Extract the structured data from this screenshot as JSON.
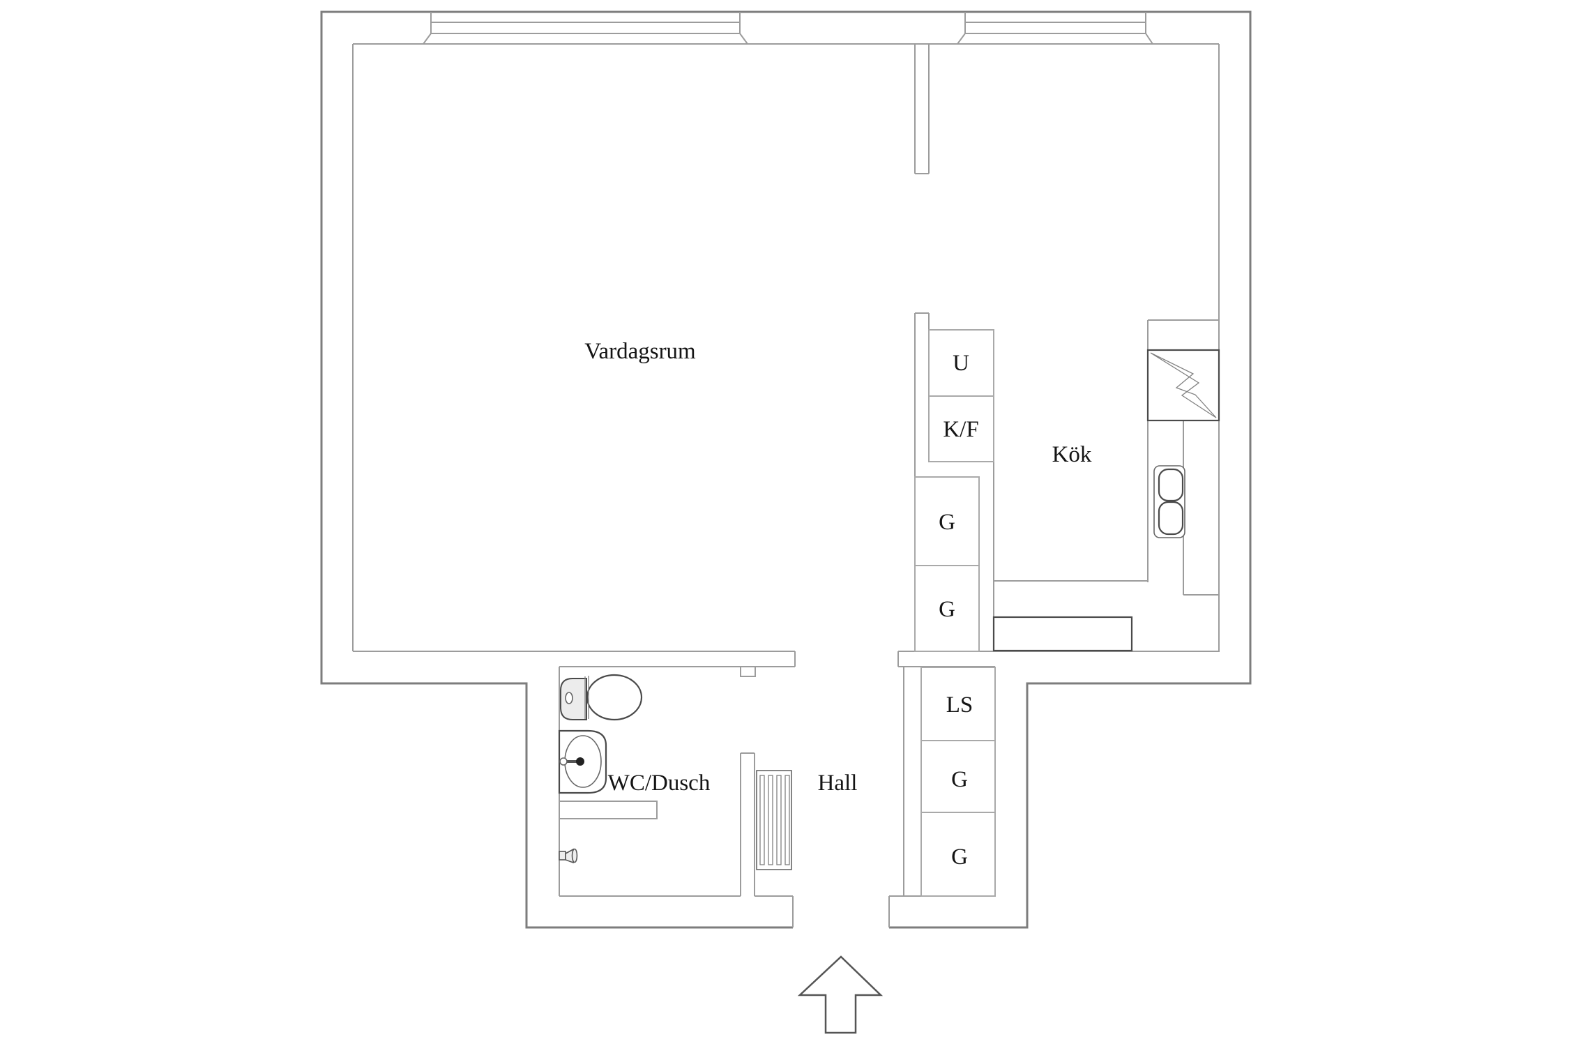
{
  "plan": {
    "title": "apartment-floor-plan",
    "rooms": {
      "living": "Vardagsrum",
      "kitchen": "Kök",
      "bathroom": "WC/Dusch",
      "hall": "Hall"
    },
    "closets": {
      "u": "U",
      "kf": "K/F",
      "g1": "G",
      "g2": "G",
      "ls": "LS",
      "g3": "G",
      "g4": "G"
    },
    "colors": {
      "wall_outer": "#7d7d7d",
      "wall_inner": "#9c9c9c",
      "closet": "#a9a9a9",
      "fixture": "#4a4a4a",
      "fixture_thin": "#808080",
      "text": "#141414",
      "bg": "#ffffff"
    }
  }
}
